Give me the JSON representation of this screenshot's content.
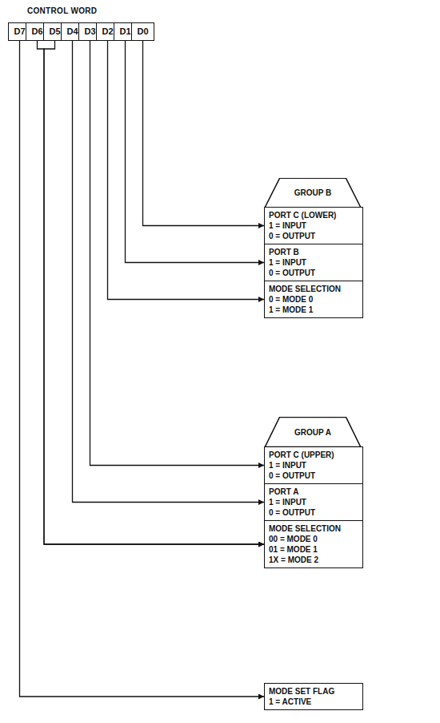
{
  "diagram": {
    "title": "CONTROL WORD",
    "nodes": [
      {
        "text": [
          "D7"
        ]
      },
      {
        "text": [
          "D6"
        ]
      },
      {
        "text": [
          "D5"
        ]
      },
      {
        "text": [
          "D4"
        ]
      },
      {
        "text": [
          "D3"
        ]
      },
      {
        "text": [
          "D2"
        ]
      },
      {
        "text": [
          "D1"
        ]
      },
      {
        "text": [
          "D0"
        ]
      },
      {
        "text": [
          "GROUP B"
        ]
      },
      {
        "text": [
          "PORT C (LOWER)",
          "1 = INPUT",
          "0 = OUTPUT"
        ]
      },
      {
        "text": [
          "PORT B",
          "1 = INPUT",
          "0 = OUTPUT"
        ]
      },
      {
        "text": [
          "MODE SELECTION",
          "0 = MODE 0",
          "1 = MODE 1"
        ]
      },
      {
        "text": [
          "GROUP A"
        ]
      },
      {
        "text": [
          "PORT C (UPPER)",
          "1 = INPUT",
          "0 = OUTPUT"
        ]
      },
      {
        "text": [
          "PORT A",
          "1 = INPUT",
          "0 = OUTPUT"
        ]
      },
      {
        "text": [
          "MODE SELECTION",
          "00 = MODE 0",
          "01 = MODE 1",
          "1X = MODE 2"
        ]
      },
      {
        "text": [
          "MODE SET FLAG",
          "1 = ACTIVE"
        ]
      }
    ],
    "edges": [
      {
        "from": 7,
        "to": 9,
        "arrow": "to"
      },
      {
        "from": 6,
        "to": 10,
        "arrow": "to"
      },
      {
        "from": 5,
        "to": 11,
        "arrow": "to"
      },
      {
        "from": 4,
        "to": 13,
        "arrow": "to"
      },
      {
        "from": 3,
        "to": 14,
        "arrow": "to"
      },
      {
        "from": 1,
        "to": 15,
        "arrow": "to"
      },
      {
        "from": 2,
        "to": 15,
        "arrow": "to"
      },
      {
        "from": 0,
        "to": 16,
        "arrow": "to"
      }
    ]
  }
}
